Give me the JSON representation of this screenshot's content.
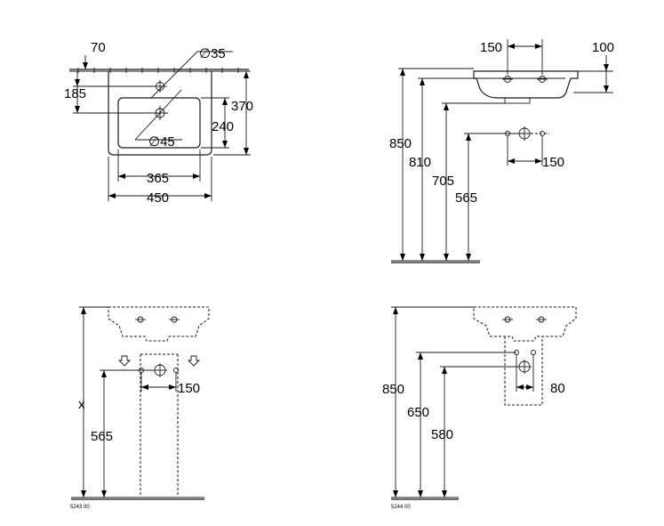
{
  "top_view": {
    "dim_70": "70",
    "dim_d35": "∅35",
    "dim_185": "185",
    "dim_370": "370",
    "dim_240": "240",
    "dim_d45": "∅45",
    "dim_365": "365",
    "dim_450": "450"
  },
  "side_view": {
    "dim_150": "150",
    "dim_100": "100",
    "dim_850": "850",
    "dim_810": "810",
    "dim_705": "705",
    "dim_565": "565",
    "dim_150_bottom": "150"
  },
  "pedestal_view": {
    "dim_x": "x",
    "dim_565": "565",
    "dim_150": "150",
    "code": "5243 00"
  },
  "semi_pedestal_view": {
    "dim_850": "850",
    "dim_650": "650",
    "dim_580": "580",
    "dim_80": "80",
    "code": "5244 00"
  }
}
